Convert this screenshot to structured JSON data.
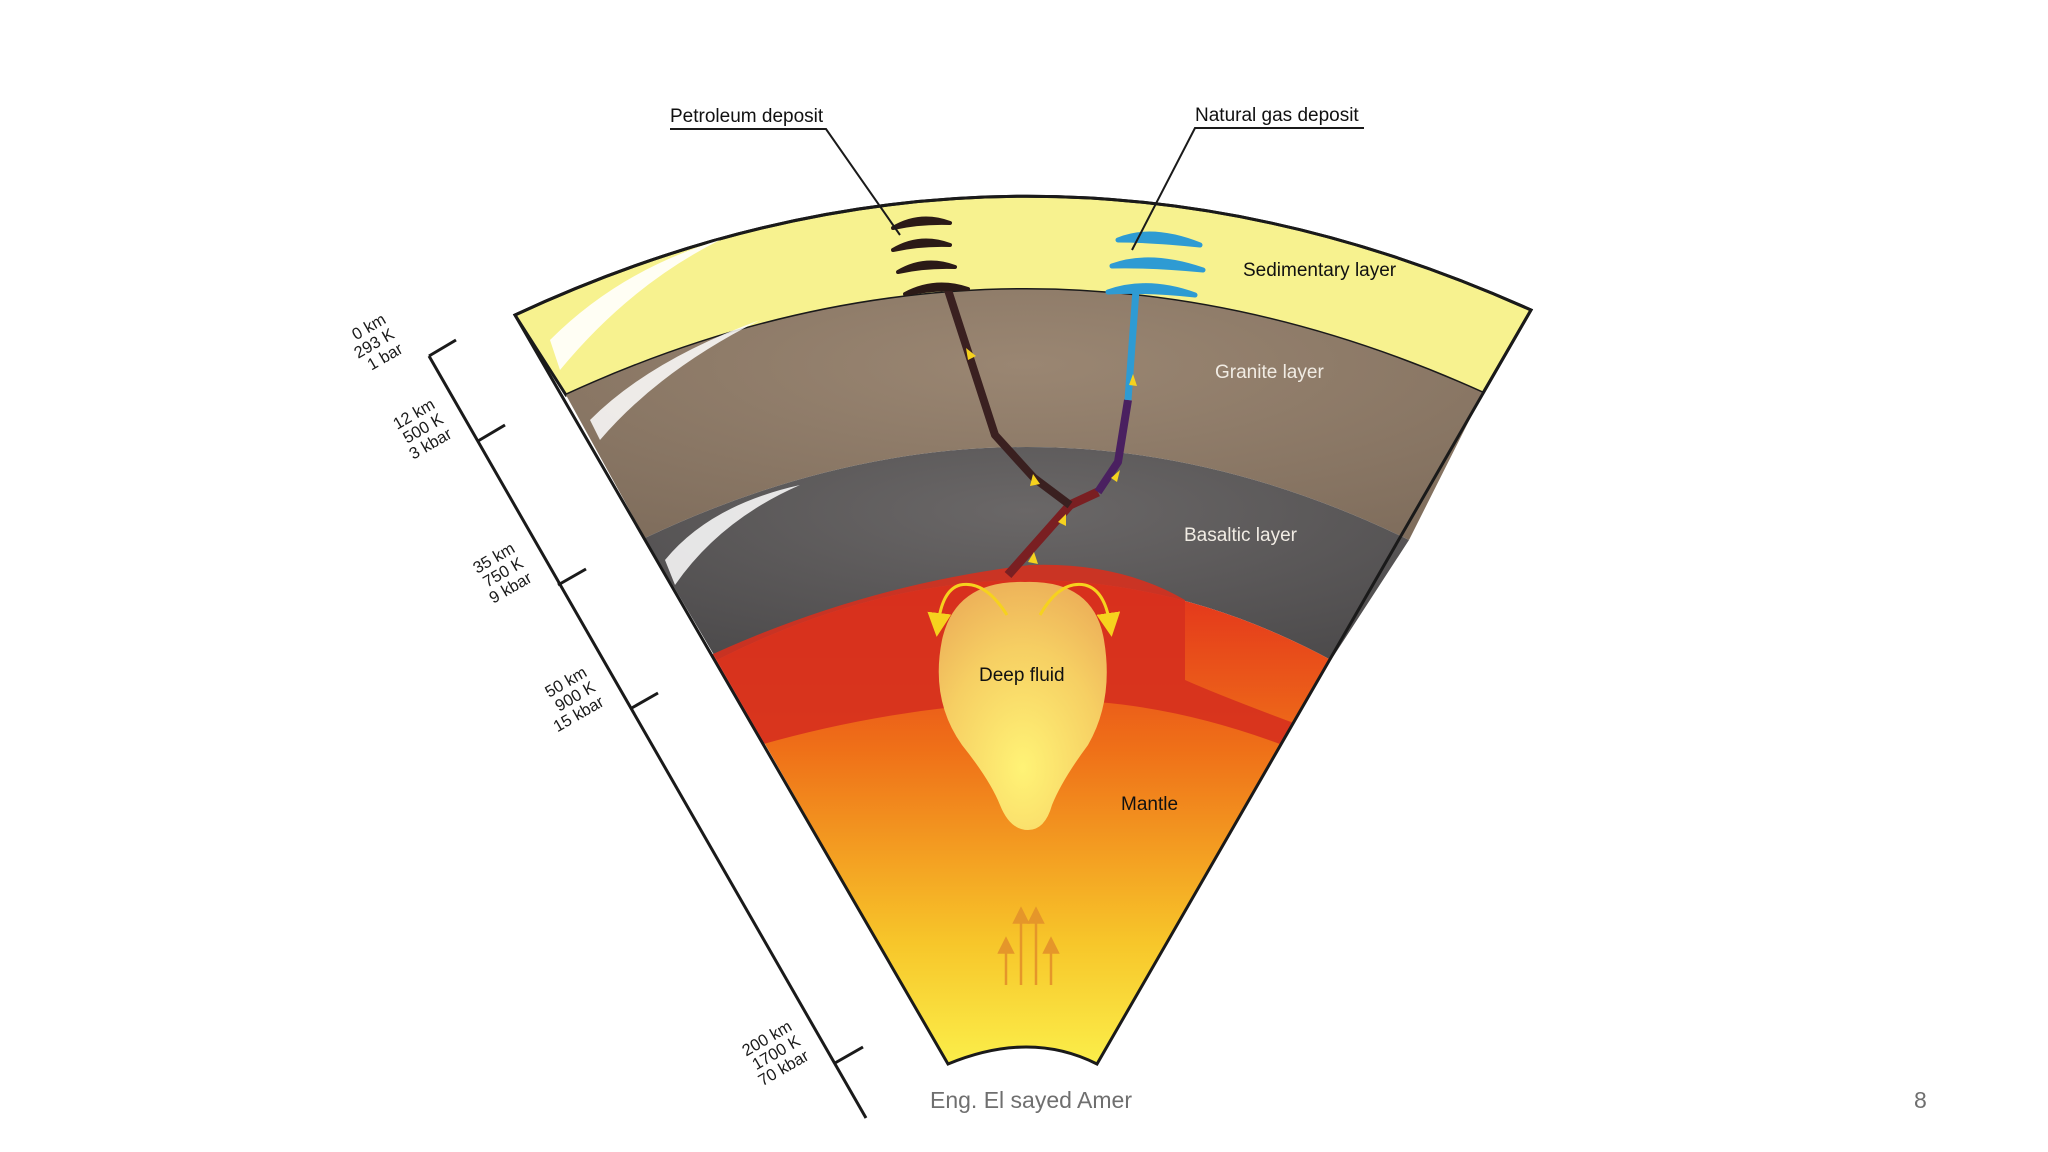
{
  "labels": {
    "petroleum": "Petroleum deposit",
    "natural_gas": "Natural gas deposit",
    "sedimentary": "Sedimentary layer",
    "granite": "Granite layer",
    "basaltic": "Basaltic layer",
    "deep_fluid": "Deep fluid",
    "mantle": "Mantle"
  },
  "scale": [
    {
      "depth": "0 km",
      "temp": "293 K",
      "pressure": "1 bar"
    },
    {
      "depth": "12 km",
      "temp": "500 K",
      "pressure": "3 kbar"
    },
    {
      "depth": "35 km",
      "temp": "750 K",
      "pressure": "9 kbar"
    },
    {
      "depth": "50 km",
      "temp": "900 K",
      "pressure": "15 kbar"
    },
    {
      "depth": "200 km",
      "temp": "1700 K",
      "pressure": "70 kbar"
    }
  ],
  "footer": {
    "author": "Eng. El sayed Amer",
    "page": "8"
  },
  "colors": {
    "sedimentary": "#f7f28f",
    "granite": "#8e7a66",
    "basaltic": "#5d5b5b",
    "magma": "#d6301e",
    "mantle_mid": "#f08a15",
    "mantle_deep": "#f8e63a",
    "petroleum": "#2b1a17",
    "natural_gas": "#2e9bd3",
    "arrows": "#f6d21e"
  }
}
